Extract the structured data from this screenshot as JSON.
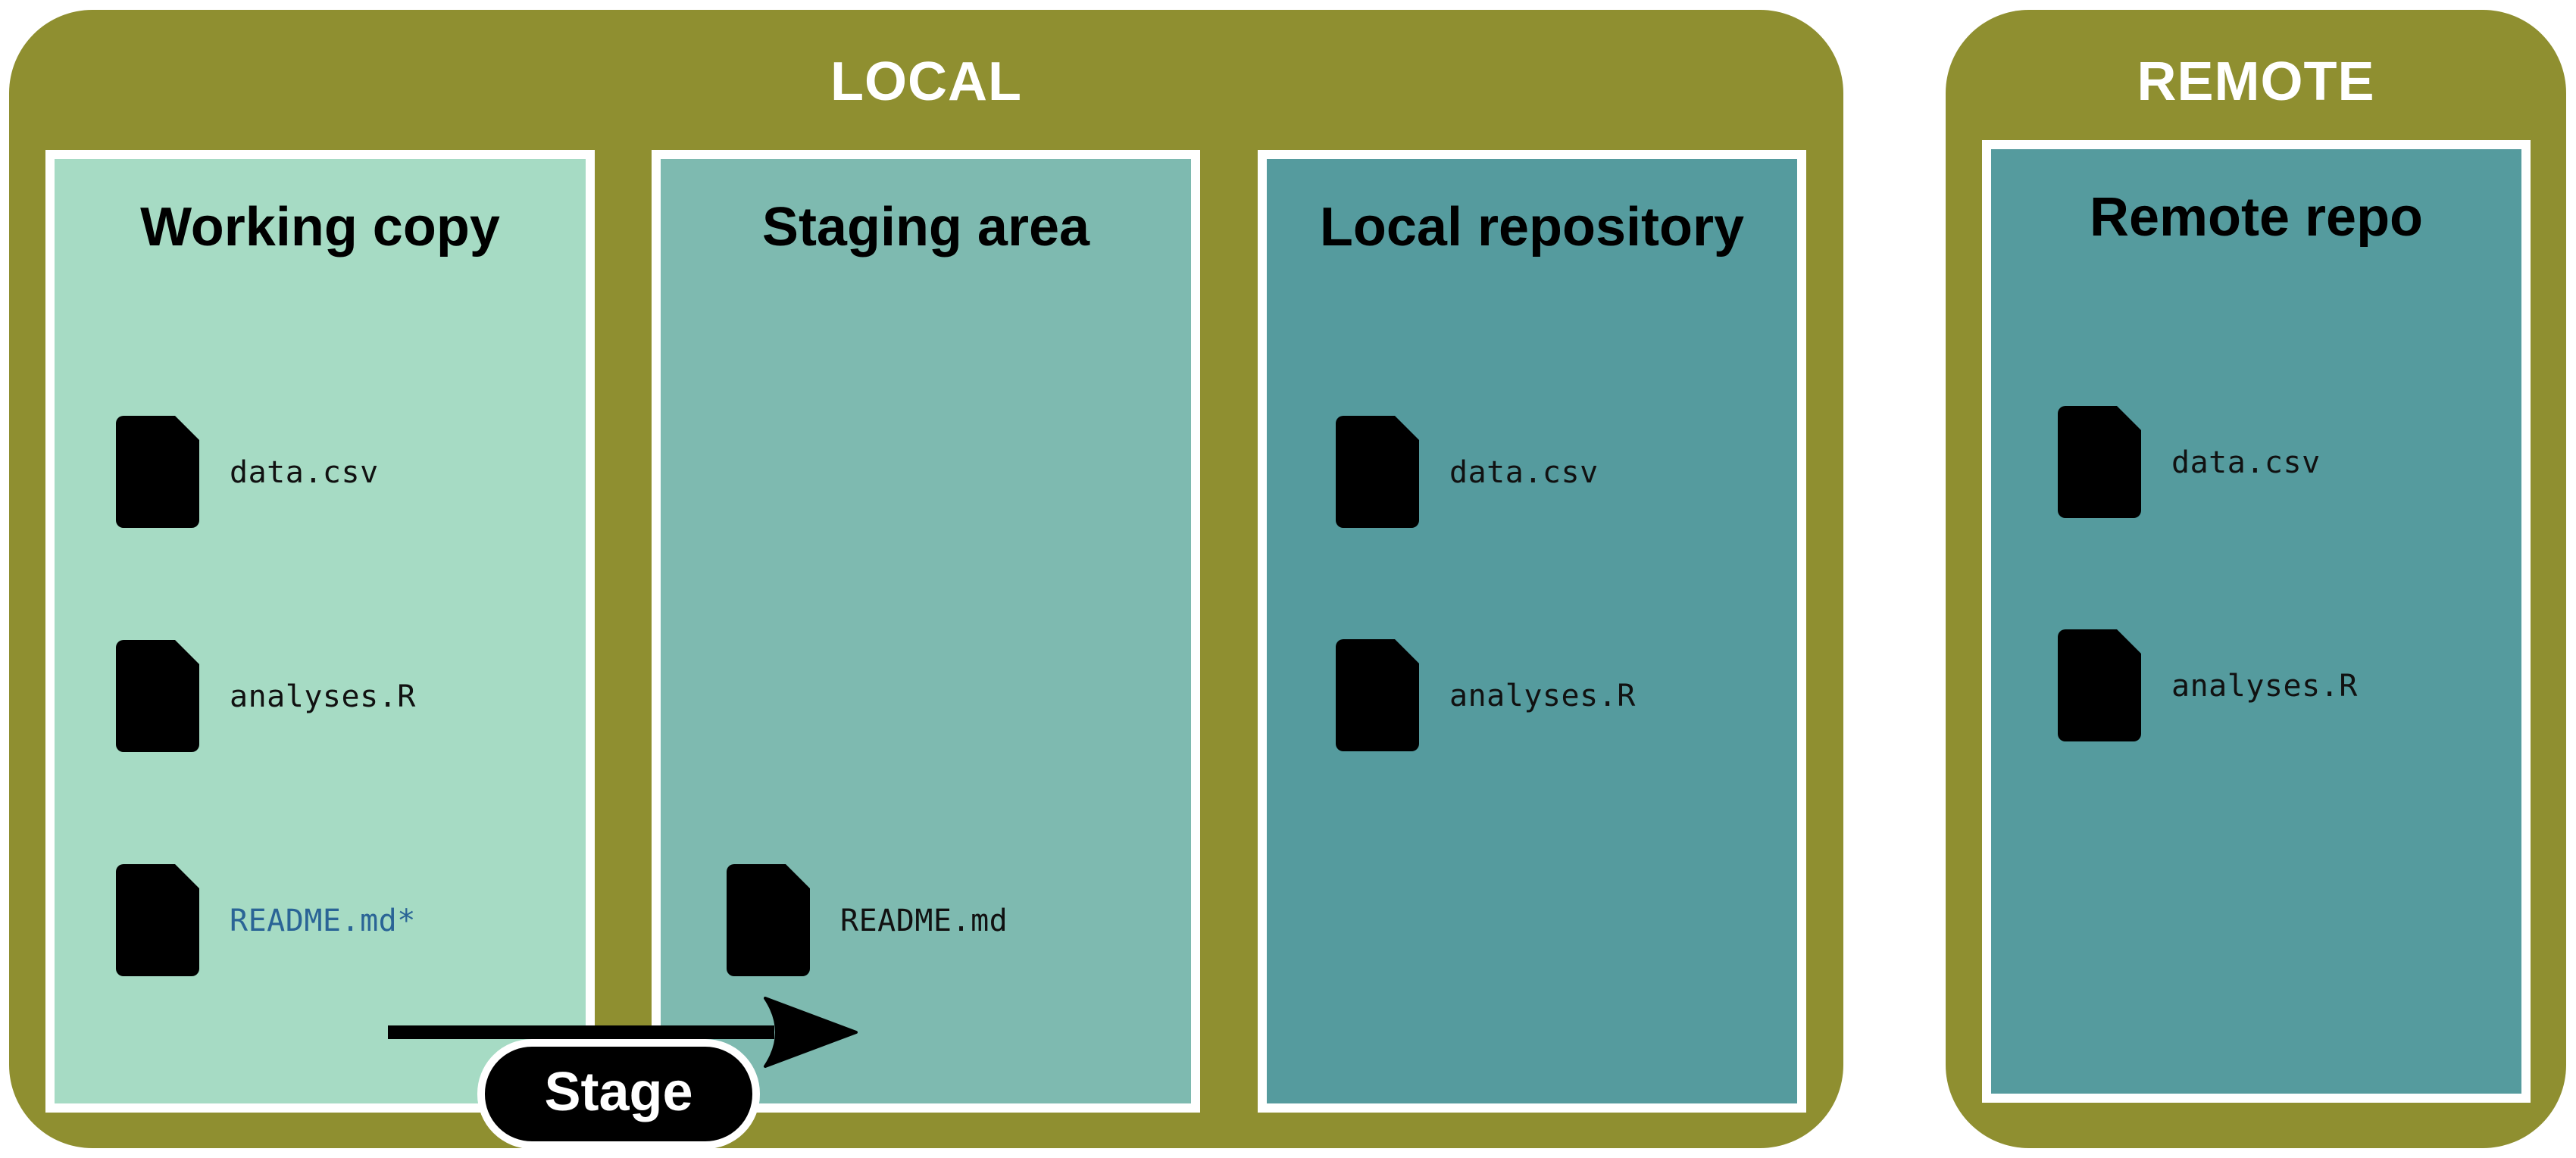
{
  "colors": {
    "zone_background": "#8f8f30",
    "working_copy": "#a6dbc4",
    "staging_area": "#7ebab0",
    "local_repository": "#559b9e",
    "remote_repo": "#559b9e",
    "modified_file_text": "#2a6496",
    "border": "#ffffff"
  },
  "zones": {
    "local": {
      "title": "LOCAL"
    },
    "remote": {
      "title": "REMOTE"
    }
  },
  "columns": {
    "working_copy": {
      "title": "Working copy",
      "files": [
        {
          "name": "data.csv",
          "icon": "file-text-icon",
          "modified": false
        },
        {
          "name": "analyses.R",
          "icon": "file-text-icon",
          "modified": false
        },
        {
          "name": "README.md*",
          "icon": "file-text-icon",
          "modified": true
        }
      ]
    },
    "staging_area": {
      "title": "Staging area",
      "files": [
        {
          "name": "README.md",
          "icon": "file-text-icon",
          "modified": false
        }
      ]
    },
    "local_repository": {
      "title": "Local repository",
      "files": [
        {
          "name": "data.csv",
          "icon": "file-text-icon",
          "modified": false
        },
        {
          "name": "analyses.R",
          "icon": "file-text-icon",
          "modified": false
        }
      ]
    },
    "remote_repo": {
      "title": "Remote repo",
      "files": [
        {
          "name": "data.csv",
          "icon": "file-text-icon",
          "modified": false
        },
        {
          "name": "analyses.R",
          "icon": "file-text-icon",
          "modified": false
        }
      ]
    }
  },
  "action": {
    "label": "Stage",
    "from": "Working copy",
    "to": "Staging area",
    "icon": "arrow-right-icon"
  }
}
